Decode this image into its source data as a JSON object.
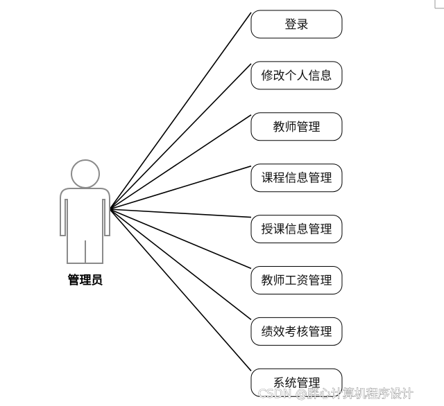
{
  "actor": {
    "label": "管理员"
  },
  "use_cases": [
    "登录",
    "修改个人信息",
    "教师管理",
    "课程信息管理",
    "授课信息管理",
    "教师工资管理",
    "绩效考核管理",
    "系统管理"
  ],
  "watermark": "CSDN @胖心计算机程序设计",
  "colors": {
    "line": "#000000",
    "actor_outline": "#8a8a8a",
    "box_fill": "#ffffff"
  }
}
